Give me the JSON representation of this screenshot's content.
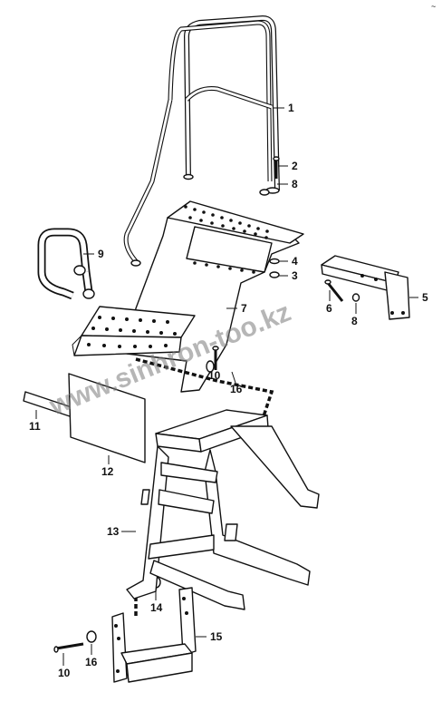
{
  "corner_mark": "~",
  "watermark": "www.sinhron-too.kz",
  "callouts": {
    "c1": "1",
    "c2": "2",
    "c8a": "8",
    "c4": "4",
    "c3": "3",
    "c9": "9",
    "c7": "7",
    "c5": "5",
    "c6": "6",
    "c8b": "8",
    "c10a": "10",
    "c16a": "16",
    "c11": "11",
    "c12": "12",
    "c13": "13",
    "c14": "14",
    "c15": "15",
    "c10b": "10",
    "c16b": "16"
  }
}
